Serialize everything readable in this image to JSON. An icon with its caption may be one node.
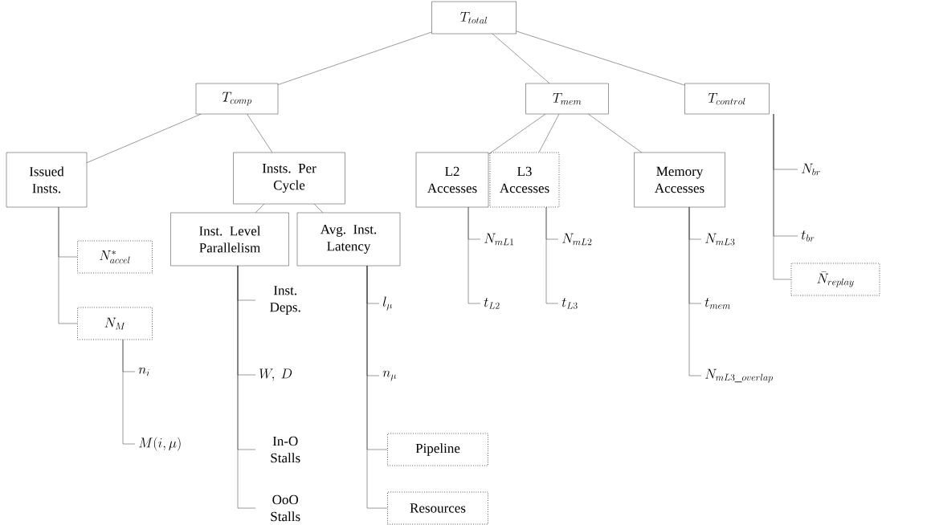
{
  "diagram": {
    "nodes": [
      {
        "text": [
          "T_{total}"
        ]
      },
      {
        "text": [
          "T_{comp}"
        ]
      },
      {
        "text": [
          "T_{mem}"
        ]
      },
      {
        "text": [
          "T_{control}"
        ]
      },
      {
        "text": [
          "Issued Insts."
        ]
      },
      {
        "text": [
          "Insts. Per Cycle"
        ]
      },
      {
        "text": [
          "L2 Accesses"
        ]
      },
      {
        "text": [
          "L3 Accesses"
        ]
      },
      {
        "text": [
          "Memory Accesses"
        ]
      },
      {
        "text": [
          "N_{br}"
        ]
      },
      {
        "text": [
          "t_{br}"
        ]
      },
      {
        "text": [
          "\\bar{N}_{replay}"
        ]
      },
      {
        "text": [
          "N^*_{accel}"
        ]
      },
      {
        "text": [
          "N_M"
        ]
      },
      {
        "text": [
          "n_i"
        ]
      },
      {
        "text": [
          "M(i,\\mu)"
        ]
      },
      {
        "text": [
          "Inst. Level Parallelism"
        ]
      },
      {
        "text": [
          "Avg. Inst. Latency"
        ]
      },
      {
        "text": [
          "Inst. Deps."
        ]
      },
      {
        "text": [
          "W,\\ D"
        ]
      },
      {
        "text": [
          "In-O Stalls"
        ]
      },
      {
        "text": [
          "OoO Stalls"
        ]
      },
      {
        "text": [
          "l_\\mu"
        ]
      },
      {
        "text": [
          "n_\\mu"
        ]
      },
      {
        "text": [
          "Pipeline"
        ]
      },
      {
        "text": [
          "Resources"
        ]
      },
      {
        "text": [
          "N_{mL1}"
        ]
      },
      {
        "text": [
          "t_{L2}"
        ]
      },
      {
        "text": [
          "N_{mL2}"
        ]
      },
      {
        "text": [
          "t_{L3}"
        ]
      },
      {
        "text": [
          "N_{mL3}"
        ]
      },
      {
        "text": [
          "t_{mem}"
        ]
      },
      {
        "text": [
          "N_{mL3\\_overlap}"
        ]
      }
    ],
    "edges": [
      {
        "from": 0,
        "to": 1,
        "arrow": "none"
      },
      {
        "from": 0,
        "to": 2,
        "arrow": "none"
      },
      {
        "from": 0,
        "to": 3,
        "arrow": "none"
      },
      {
        "from": 1,
        "to": 4,
        "arrow": "none"
      },
      {
        "from": 1,
        "to": 5,
        "arrow": "none"
      },
      {
        "from": 2,
        "to": 6,
        "arrow": "none"
      },
      {
        "from": 2,
        "to": 7,
        "arrow": "none"
      },
      {
        "from": 2,
        "to": 8,
        "arrow": "none"
      },
      {
        "from": 3,
        "to": 9,
        "arrow": "none"
      },
      {
        "from": 3,
        "to": 10,
        "arrow": "none"
      },
      {
        "from": 3,
        "to": 11,
        "arrow": "none"
      },
      {
        "from": 4,
        "to": 12,
        "arrow": "none"
      },
      {
        "from": 4,
        "to": 13,
        "arrow": "none"
      },
      {
        "from": 13,
        "to": 14,
        "arrow": "none"
      },
      {
        "from": 13,
        "to": 15,
        "arrow": "none"
      },
      {
        "from": 5,
        "to": 16,
        "arrow": "none"
      },
      {
        "from": 5,
        "to": 17,
        "arrow": "none"
      },
      {
        "from": 16,
        "to": 18,
        "arrow": "none"
      },
      {
        "from": 16,
        "to": 19,
        "arrow": "none"
      },
      {
        "from": 16,
        "to": 20,
        "arrow": "none"
      },
      {
        "from": 16,
        "to": 21,
        "arrow": "none"
      },
      {
        "from": 17,
        "to": 22,
        "arrow": "none"
      },
      {
        "from": 17,
        "to": 23,
        "arrow": "none"
      },
      {
        "from": 17,
        "to": 24,
        "arrow": "none"
      },
      {
        "from": 17,
        "to": 25,
        "arrow": "none"
      },
      {
        "from": 6,
        "to": 26,
        "arrow": "none"
      },
      {
        "from": 6,
        "to": 27,
        "arrow": "none"
      },
      {
        "from": 7,
        "to": 28,
        "arrow": "none"
      },
      {
        "from": 7,
        "to": 29,
        "arrow": "none"
      },
      {
        "from": 8,
        "to": 30,
        "arrow": "none"
      },
      {
        "from": 8,
        "to": 31,
        "arrow": "none"
      },
      {
        "from": 8,
        "to": 32,
        "arrow": "none"
      }
    ]
  }
}
